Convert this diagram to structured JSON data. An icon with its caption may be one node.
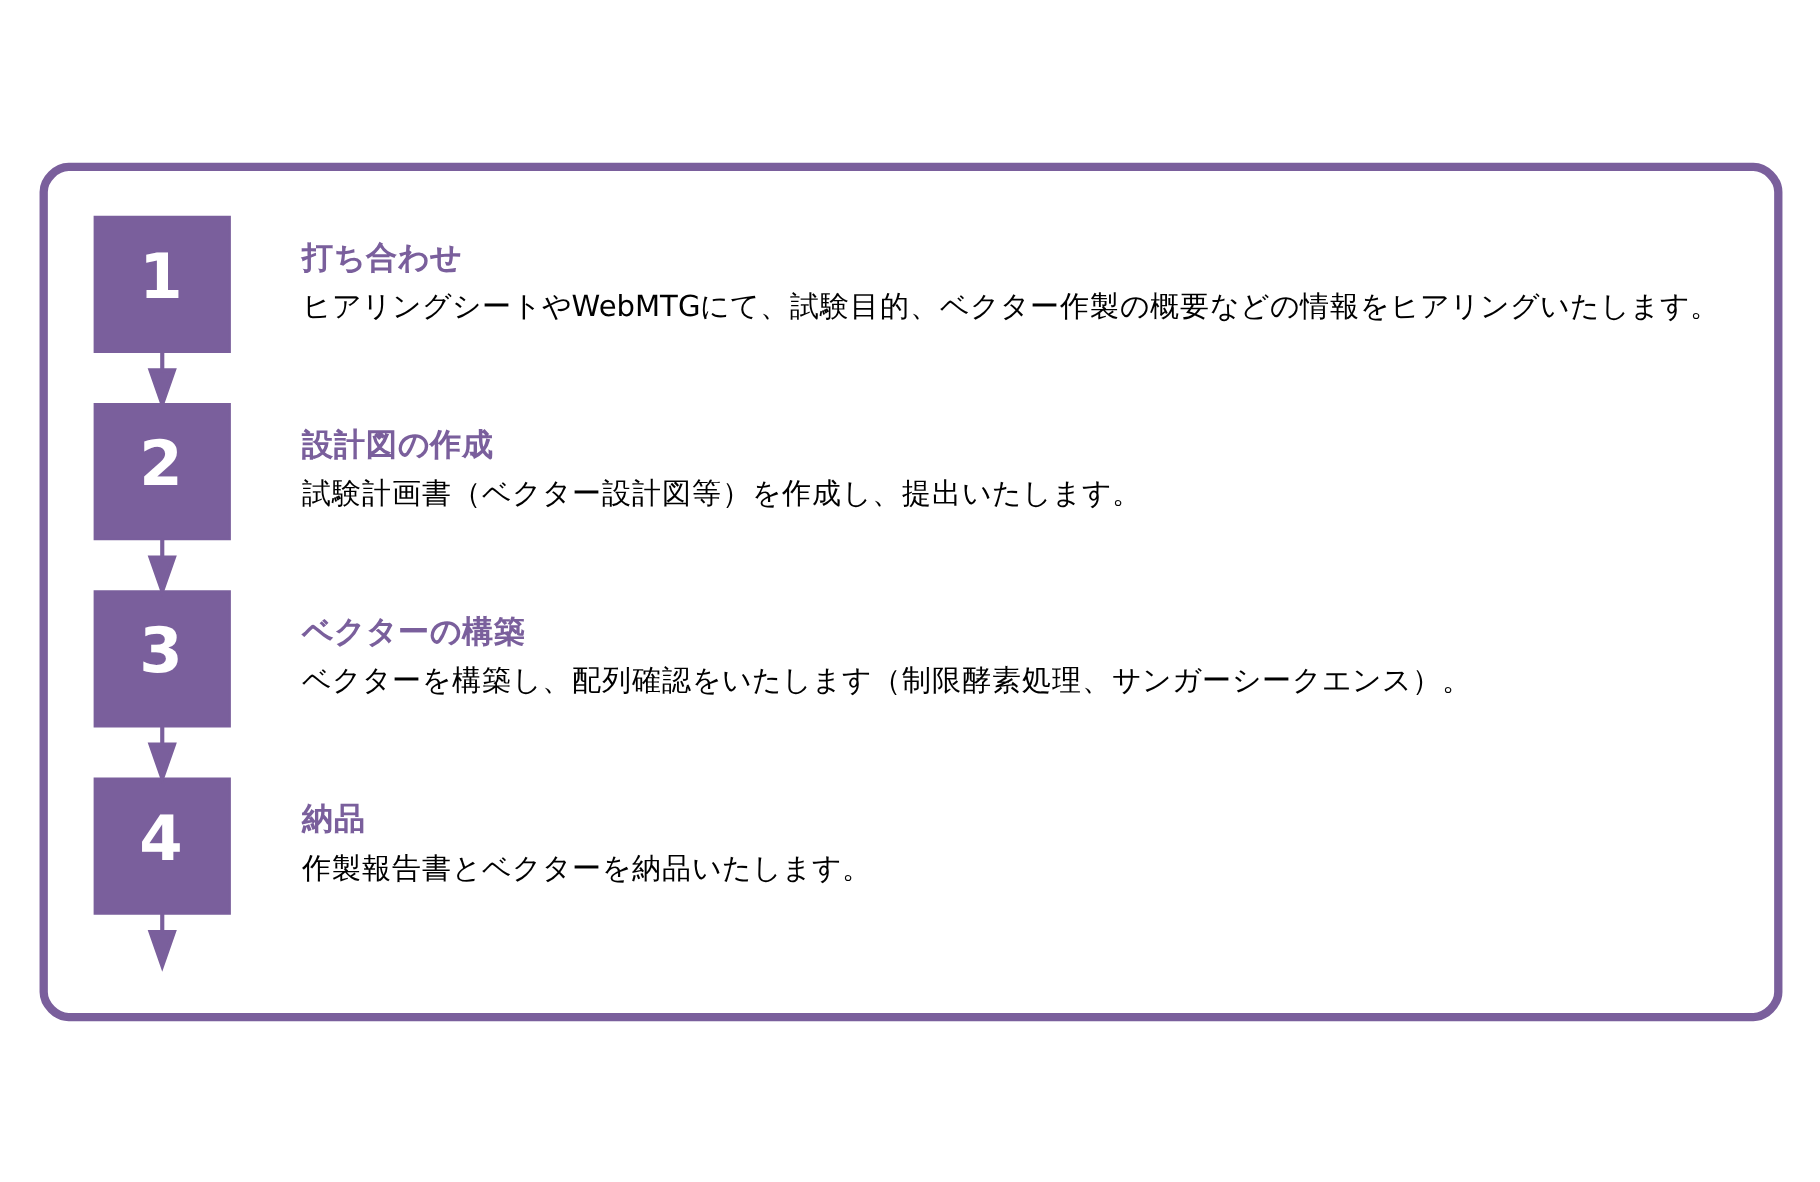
{
  "diagram": {
    "nodes": [
      {
        "text": [],
        "shape": "box"
      },
      {
        "text": [
          "1"
        ],
        "in": 0,
        "beside": [
          "打ち合わせ",
          "ヒアリングシートやWebMTGにて、試験目的、ベクター作製の概要などの情報をヒアリングいたします。"
        ]
      },
      {
        "text": [
          "2"
        ],
        "in": 0,
        "beside": [
          "設計図の作成",
          "試験計画書（ベクター設計図等）を作成し、提出いたします。"
        ]
      },
      {
        "text": [
          "3"
        ],
        "in": 0,
        "beside": [
          "ベクターの構築",
          "ベクターを構築し、配列確認をいたします（制限酵素処理、サンガーシークエンス）。"
        ]
      },
      {
        "text": [
          "4"
        ],
        "in": 0,
        "beside": [
          "納品",
          "作製報告書とベクターを納品いたします。"
        ]
      }
    ],
    "edges": [
      {
        "from": 1,
        "to": 2,
        "arrow": "to"
      },
      {
        "from": 2,
        "to": 3,
        "arrow": "to"
      },
      {
        "from": 3,
        "to": 4,
        "arrow": "to"
      },
      {
        "from": 4,
        "to": null,
        "arrow": "to"
      }
    ]
  }
}
